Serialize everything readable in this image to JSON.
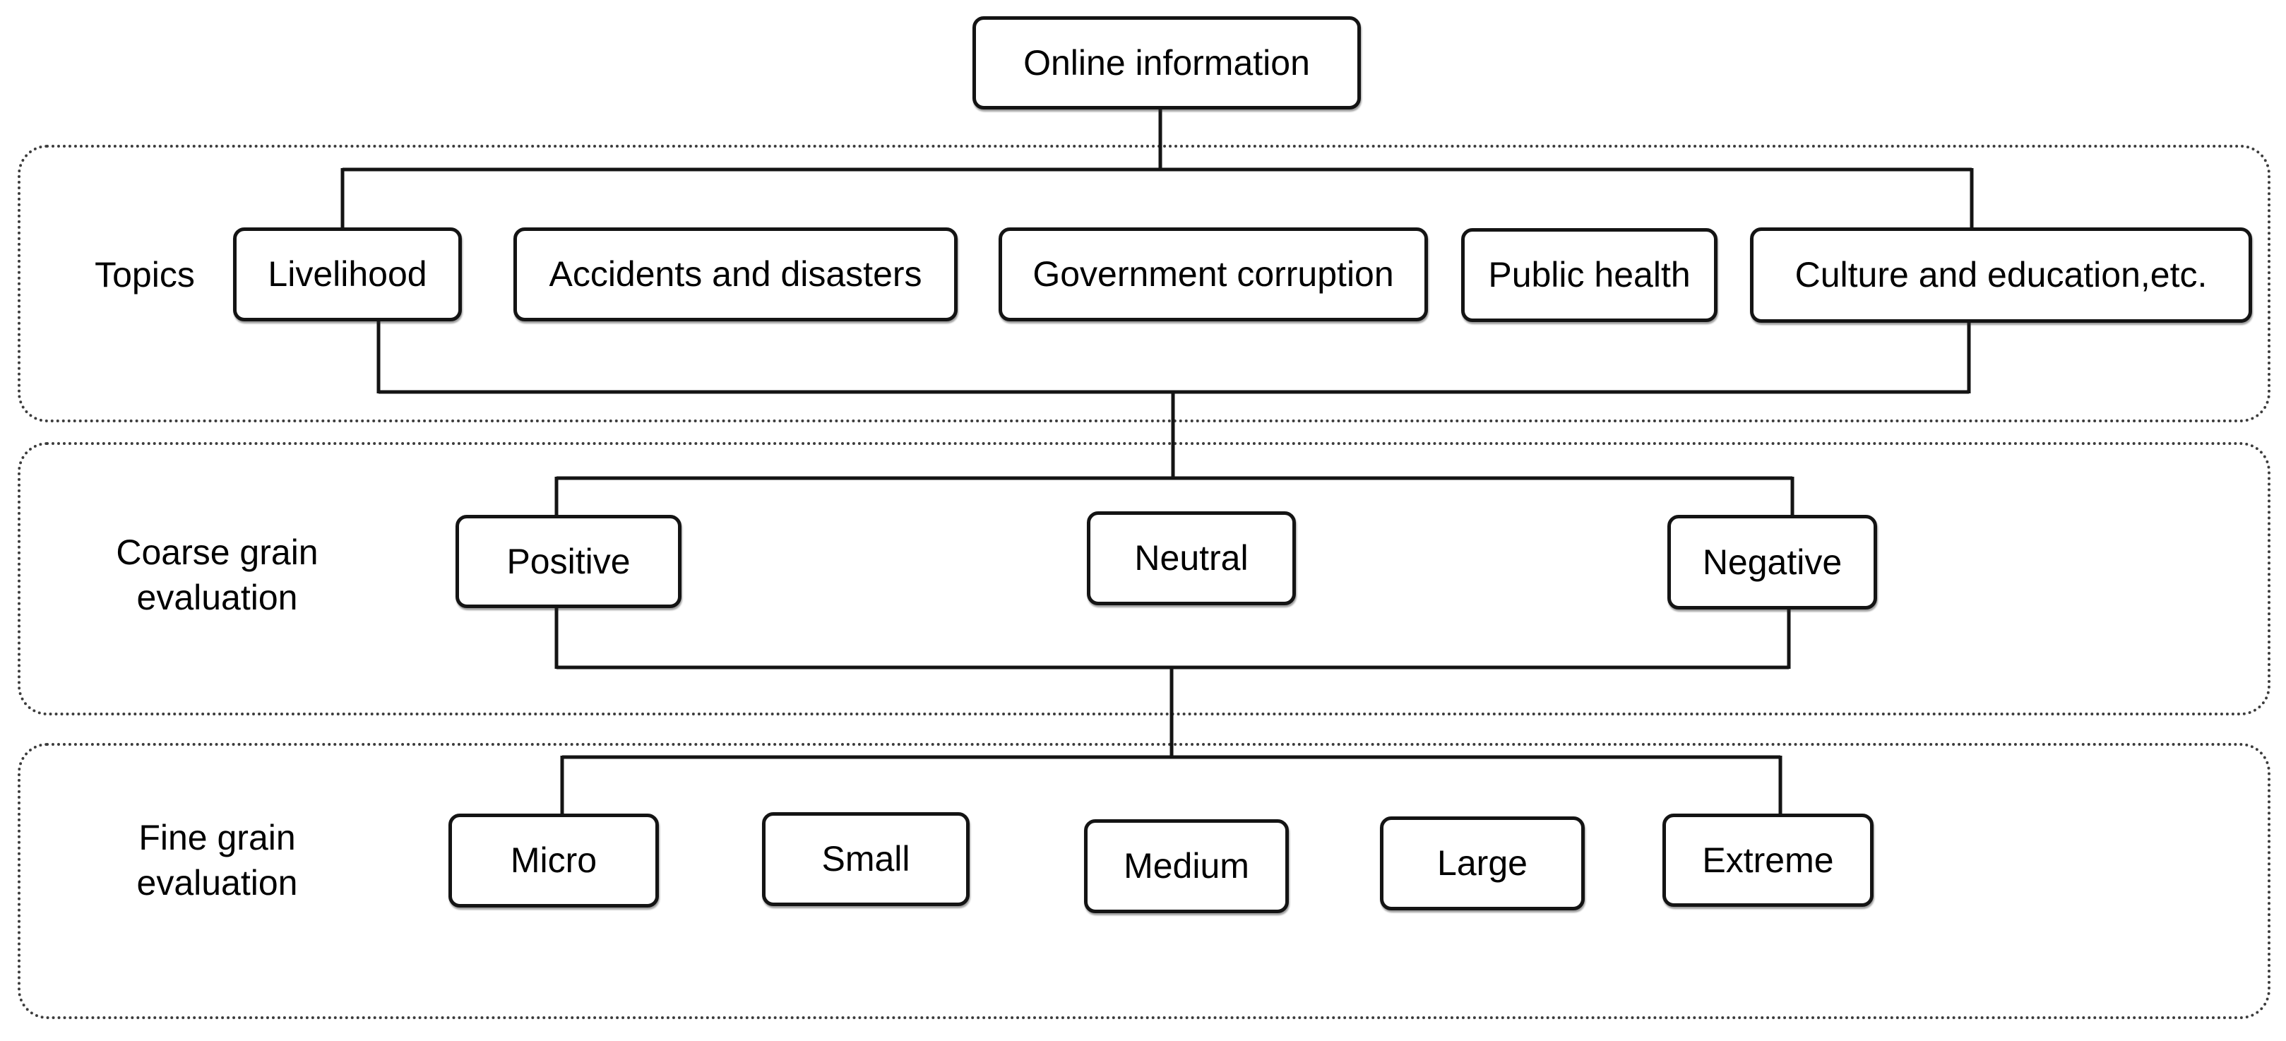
{
  "figure": {
    "root_label": "Online information",
    "sections": [
      {
        "label_lines": [
          "Topics"
        ],
        "boxes": [
          {
            "label": "Livelihood"
          },
          {
            "label": "Accidents and disasters"
          },
          {
            "label": "Government corruption"
          },
          {
            "label": "Public health"
          },
          {
            "label": "Culture and education,etc."
          }
        ]
      },
      {
        "label_lines": [
          "Coarse grain",
          "evaluation"
        ],
        "boxes": [
          {
            "label": "Positive"
          },
          {
            "label": "Neutral"
          },
          {
            "label": "Negative"
          }
        ]
      },
      {
        "label_lines": [
          "Fine grain",
          "evaluation"
        ],
        "boxes": [
          {
            "label": "Micro"
          },
          {
            "label": "Small"
          },
          {
            "label": "Medium"
          },
          {
            "label": "Large"
          },
          {
            "label": "Extreme"
          }
        ]
      }
    ],
    "colors": {
      "line": "#141414",
      "dotted_outline": "#3c3c3c",
      "background": "#ffffff",
      "text": "#000000"
    }
  }
}
